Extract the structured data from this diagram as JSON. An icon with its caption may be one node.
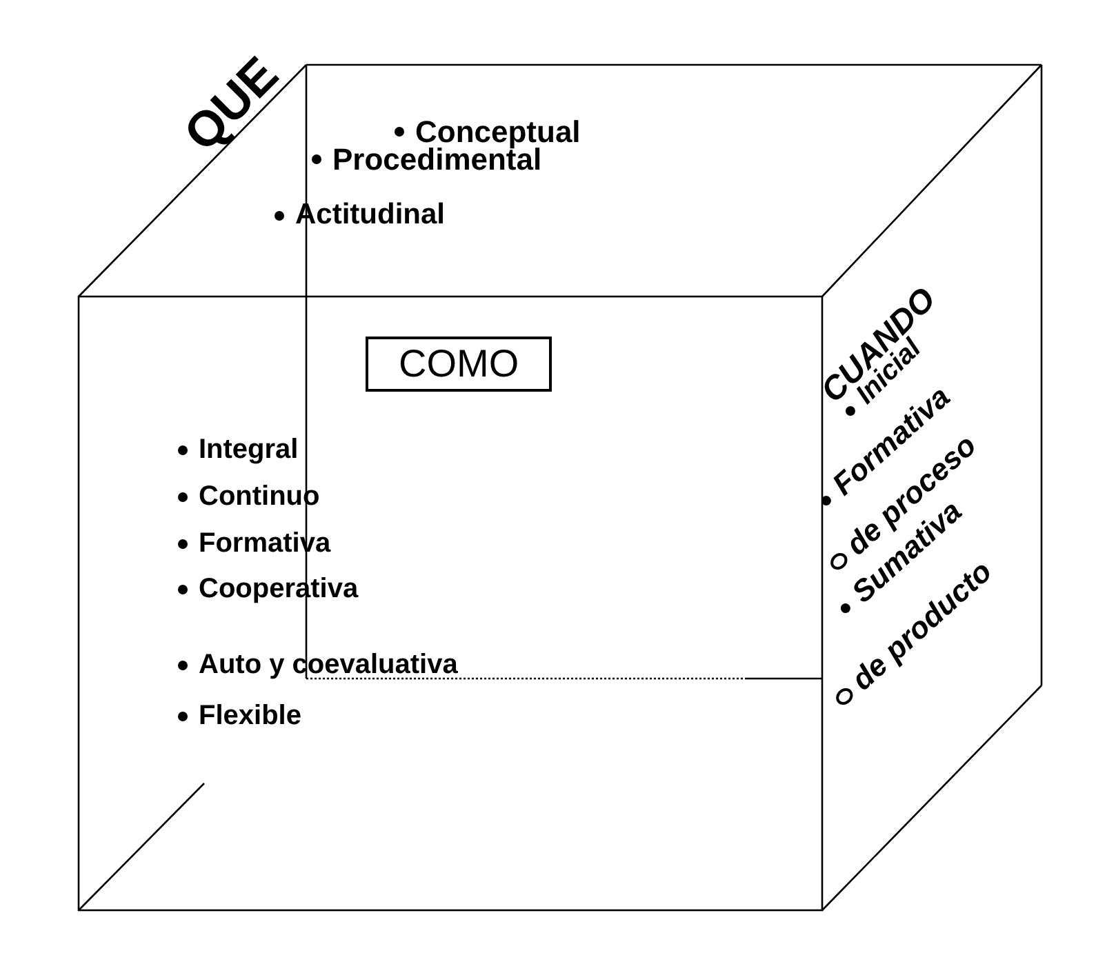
{
  "diagram": {
    "nodes": [
      {
        "text": [
          "COMO"
        ]
      }
    ],
    "edges": [],
    "labels": [
      "QUE",
      "Conceptual",
      "Procedimental",
      "Actitudinal",
      "Integral",
      "Continuo",
      "Formativa",
      "Cooperativa",
      "Auto y coevaluativa",
      "Flexible",
      "CUANDO",
      "Inicial",
      "Formativa",
      "de proceso",
      "Sumativa",
      "de producto"
    ]
  }
}
